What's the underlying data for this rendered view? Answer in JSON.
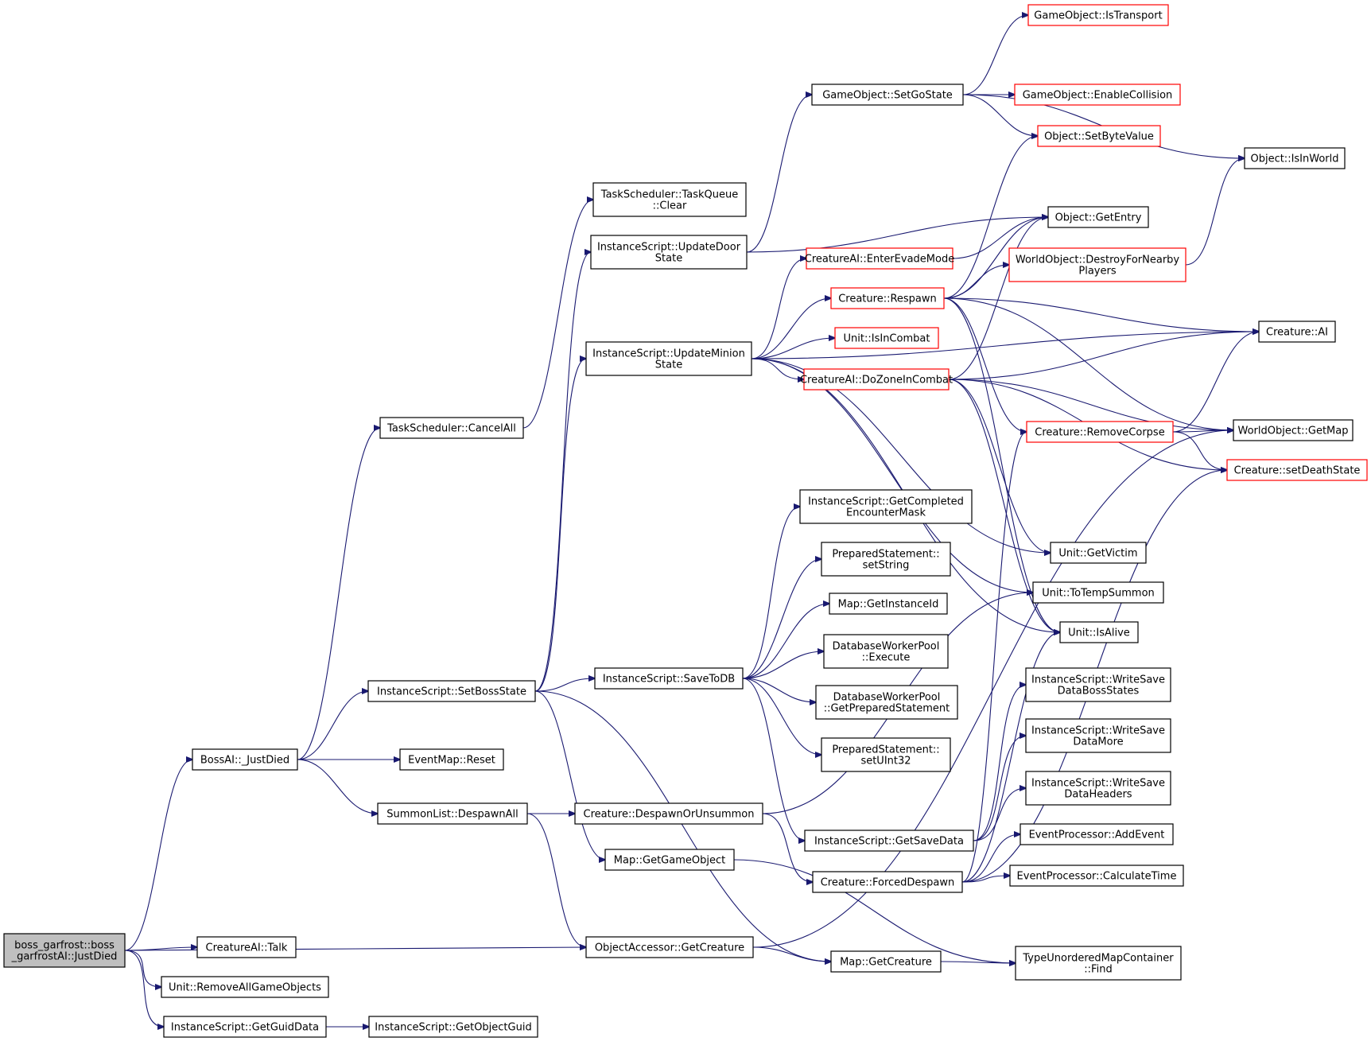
{
  "diagram": {
    "type": "call-graph",
    "colors": {
      "edge": "#191970",
      "box_border": "#000000",
      "box_border_truncated": "#ff0000",
      "root_fill": "#bfbfbf"
    },
    "nodes": {
      "n0": {
        "lines": [
          "boss_garfrost::boss",
          "_garfrostAI::JustDied"
        ],
        "style": "root"
      },
      "n1": {
        "lines": [
          "BossAI::_JustDied"
        ]
      },
      "n2": {
        "lines": [
          "TaskScheduler::CancelAll"
        ]
      },
      "n3": {
        "lines": [
          "TaskScheduler::TaskQueue",
          "::Clear"
        ]
      },
      "n4": {
        "lines": [
          "EventMap::Reset"
        ]
      },
      "n5": {
        "lines": [
          "InstanceScript::SetBossState"
        ]
      },
      "n6": {
        "lines": [
          "Map::GetCreature"
        ]
      },
      "n7": {
        "lines": [
          "TypeUnorderedMapContainer",
          "::Find"
        ]
      },
      "n8": {
        "lines": [
          "Map::GetGameObject"
        ]
      },
      "n9": {
        "lines": [
          "InstanceScript::SaveToDB"
        ]
      },
      "n10": {
        "lines": [
          "DatabaseWorkerPool",
          "::Execute"
        ]
      },
      "n11": {
        "lines": [
          "DatabaseWorkerPool",
          "::GetPreparedStatement"
        ]
      },
      "n12": {
        "lines": [
          "InstanceScript::GetCompleted",
          "EncounterMask"
        ]
      },
      "n13": {
        "lines": [
          "Map::GetInstanceId"
        ]
      },
      "n14": {
        "lines": [
          "InstanceScript::GetSaveData"
        ]
      },
      "n15": {
        "lines": [
          "InstanceScript::WriteSave",
          "DataBossStates"
        ]
      },
      "n16": {
        "lines": [
          "InstanceScript::WriteSave",
          "DataHeaders"
        ]
      },
      "n17": {
        "lines": [
          "InstanceScript::WriteSave",
          "DataMore"
        ]
      },
      "n18": {
        "lines": [
          "PreparedStatement::",
          "setString"
        ]
      },
      "n19": {
        "lines": [
          "PreparedStatement::",
          "setUInt32"
        ]
      },
      "n20": {
        "lines": [
          "InstanceScript::UpdateDoor",
          "State"
        ]
      },
      "n21": {
        "lines": [
          "Object::GetEntry"
        ]
      },
      "n22": {
        "lines": [
          "GameObject::SetGoState"
        ]
      },
      "n23": {
        "lines": [
          "GameObject::EnableCollision"
        ],
        "style": "red"
      },
      "n24": {
        "lines": [
          "Object::IsInWorld"
        ]
      },
      "n25": {
        "lines": [
          "GameObject::IsTransport"
        ],
        "style": "red"
      },
      "n26": {
        "lines": [
          "Object::SetByteValue"
        ],
        "style": "red"
      },
      "n27": {
        "lines": [
          "InstanceScript::UpdateMinion",
          "State"
        ]
      },
      "n28": {
        "lines": [
          "Creature::AI"
        ]
      },
      "n29": {
        "lines": [
          "CreatureAI::DoZoneInCombat"
        ],
        "style": "red"
      },
      "n30": {
        "lines": [
          "Unit::GetVictim"
        ]
      },
      "n31": {
        "lines": [
          "Unit::IsAlive"
        ]
      },
      "n32": {
        "lines": [
          "WorldObject::GetMap"
        ]
      },
      "n33": {
        "lines": [
          "Creature::setDeathState"
        ],
        "style": "red"
      },
      "n34": {
        "lines": [
          "CreatureAI::EnterEvadeMode"
        ],
        "style": "red"
      },
      "n35": {
        "lines": [
          "Creature::Respawn"
        ],
        "style": "red"
      },
      "n36": {
        "lines": [
          "WorldObject::DestroyForNearby",
          "Players"
        ],
        "style": "red"
      },
      "n37": {
        "lines": [
          "Creature::RemoveCorpse"
        ],
        "style": "red"
      },
      "n38": {
        "lines": [
          "Unit::IsInCombat"
        ],
        "style": "red"
      },
      "n39": {
        "lines": [
          "Unit::ToTempSummon"
        ]
      },
      "n40": {
        "lines": [
          "SummonList::DespawnAll"
        ]
      },
      "n41": {
        "lines": [
          "Creature::DespawnOrUnsummon"
        ]
      },
      "n42": {
        "lines": [
          "Creature::ForcedDespawn"
        ]
      },
      "n43": {
        "lines": [
          "EventProcessor::AddEvent"
        ]
      },
      "n44": {
        "lines": [
          "EventProcessor::CalculateTime"
        ]
      },
      "n45": {
        "lines": [
          "ObjectAccessor::GetCreature"
        ]
      },
      "n46": {
        "lines": [
          "CreatureAI::Talk"
        ]
      },
      "n47": {
        "lines": [
          "Unit::RemoveAllGameObjects"
        ]
      },
      "n48": {
        "lines": [
          "InstanceScript::GetGuidData"
        ]
      },
      "n49": {
        "lines": [
          "InstanceScript::GetObjectGuid"
        ]
      }
    },
    "edges": [
      [
        "n0",
        "n1"
      ],
      [
        "n0",
        "n45"
      ],
      [
        "n0",
        "n46"
      ],
      [
        "n0",
        "n47"
      ],
      [
        "n0",
        "n48"
      ],
      [
        "n1",
        "n2"
      ],
      [
        "n1",
        "n4"
      ],
      [
        "n1",
        "n5"
      ],
      [
        "n1",
        "n40"
      ],
      [
        "n2",
        "n3"
      ],
      [
        "n5",
        "n6"
      ],
      [
        "n5",
        "n8"
      ],
      [
        "n5",
        "n9"
      ],
      [
        "n5",
        "n20"
      ],
      [
        "n5",
        "n27"
      ],
      [
        "n6",
        "n7"
      ],
      [
        "n8",
        "n7"
      ],
      [
        "n9",
        "n10"
      ],
      [
        "n9",
        "n11"
      ],
      [
        "n9",
        "n12"
      ],
      [
        "n9",
        "n13"
      ],
      [
        "n9",
        "n14"
      ],
      [
        "n9",
        "n18"
      ],
      [
        "n9",
        "n19"
      ],
      [
        "n14",
        "n15"
      ],
      [
        "n14",
        "n16"
      ],
      [
        "n14",
        "n17"
      ],
      [
        "n20",
        "n21"
      ],
      [
        "n20",
        "n22"
      ],
      [
        "n22",
        "n23"
      ],
      [
        "n22",
        "n24"
      ],
      [
        "n22",
        "n25"
      ],
      [
        "n22",
        "n26"
      ],
      [
        "n27",
        "n28"
      ],
      [
        "n27",
        "n29"
      ],
      [
        "n27",
        "n30"
      ],
      [
        "n27",
        "n31"
      ],
      [
        "n27",
        "n34"
      ],
      [
        "n27",
        "n35"
      ],
      [
        "n27",
        "n38"
      ],
      [
        "n27",
        "n39"
      ],
      [
        "n29",
        "n28"
      ],
      [
        "n29",
        "n30"
      ],
      [
        "n29",
        "n31"
      ],
      [
        "n29",
        "n21"
      ],
      [
        "n29",
        "n32"
      ],
      [
        "n29",
        "n33"
      ],
      [
        "n34",
        "n21"
      ],
      [
        "n35",
        "n21"
      ],
      [
        "n35",
        "n26"
      ],
      [
        "n35",
        "n28"
      ],
      [
        "n35",
        "n31"
      ],
      [
        "n35",
        "n32"
      ],
      [
        "n35",
        "n36"
      ],
      [
        "n35",
        "n37"
      ],
      [
        "n36",
        "n24"
      ],
      [
        "n37",
        "n28"
      ],
      [
        "n37",
        "n32"
      ],
      [
        "n37",
        "n33"
      ],
      [
        "n40",
        "n41"
      ],
      [
        "n40",
        "n45"
      ],
      [
        "n41",
        "n39"
      ],
      [
        "n41",
        "n42"
      ],
      [
        "n42",
        "n31"
      ],
      [
        "n42",
        "n33"
      ],
      [
        "n42",
        "n37"
      ],
      [
        "n42",
        "n43"
      ],
      [
        "n42",
        "n44"
      ],
      [
        "n45",
        "n6"
      ],
      [
        "n45",
        "n32"
      ],
      [
        "n48",
        "n49"
      ]
    ]
  }
}
